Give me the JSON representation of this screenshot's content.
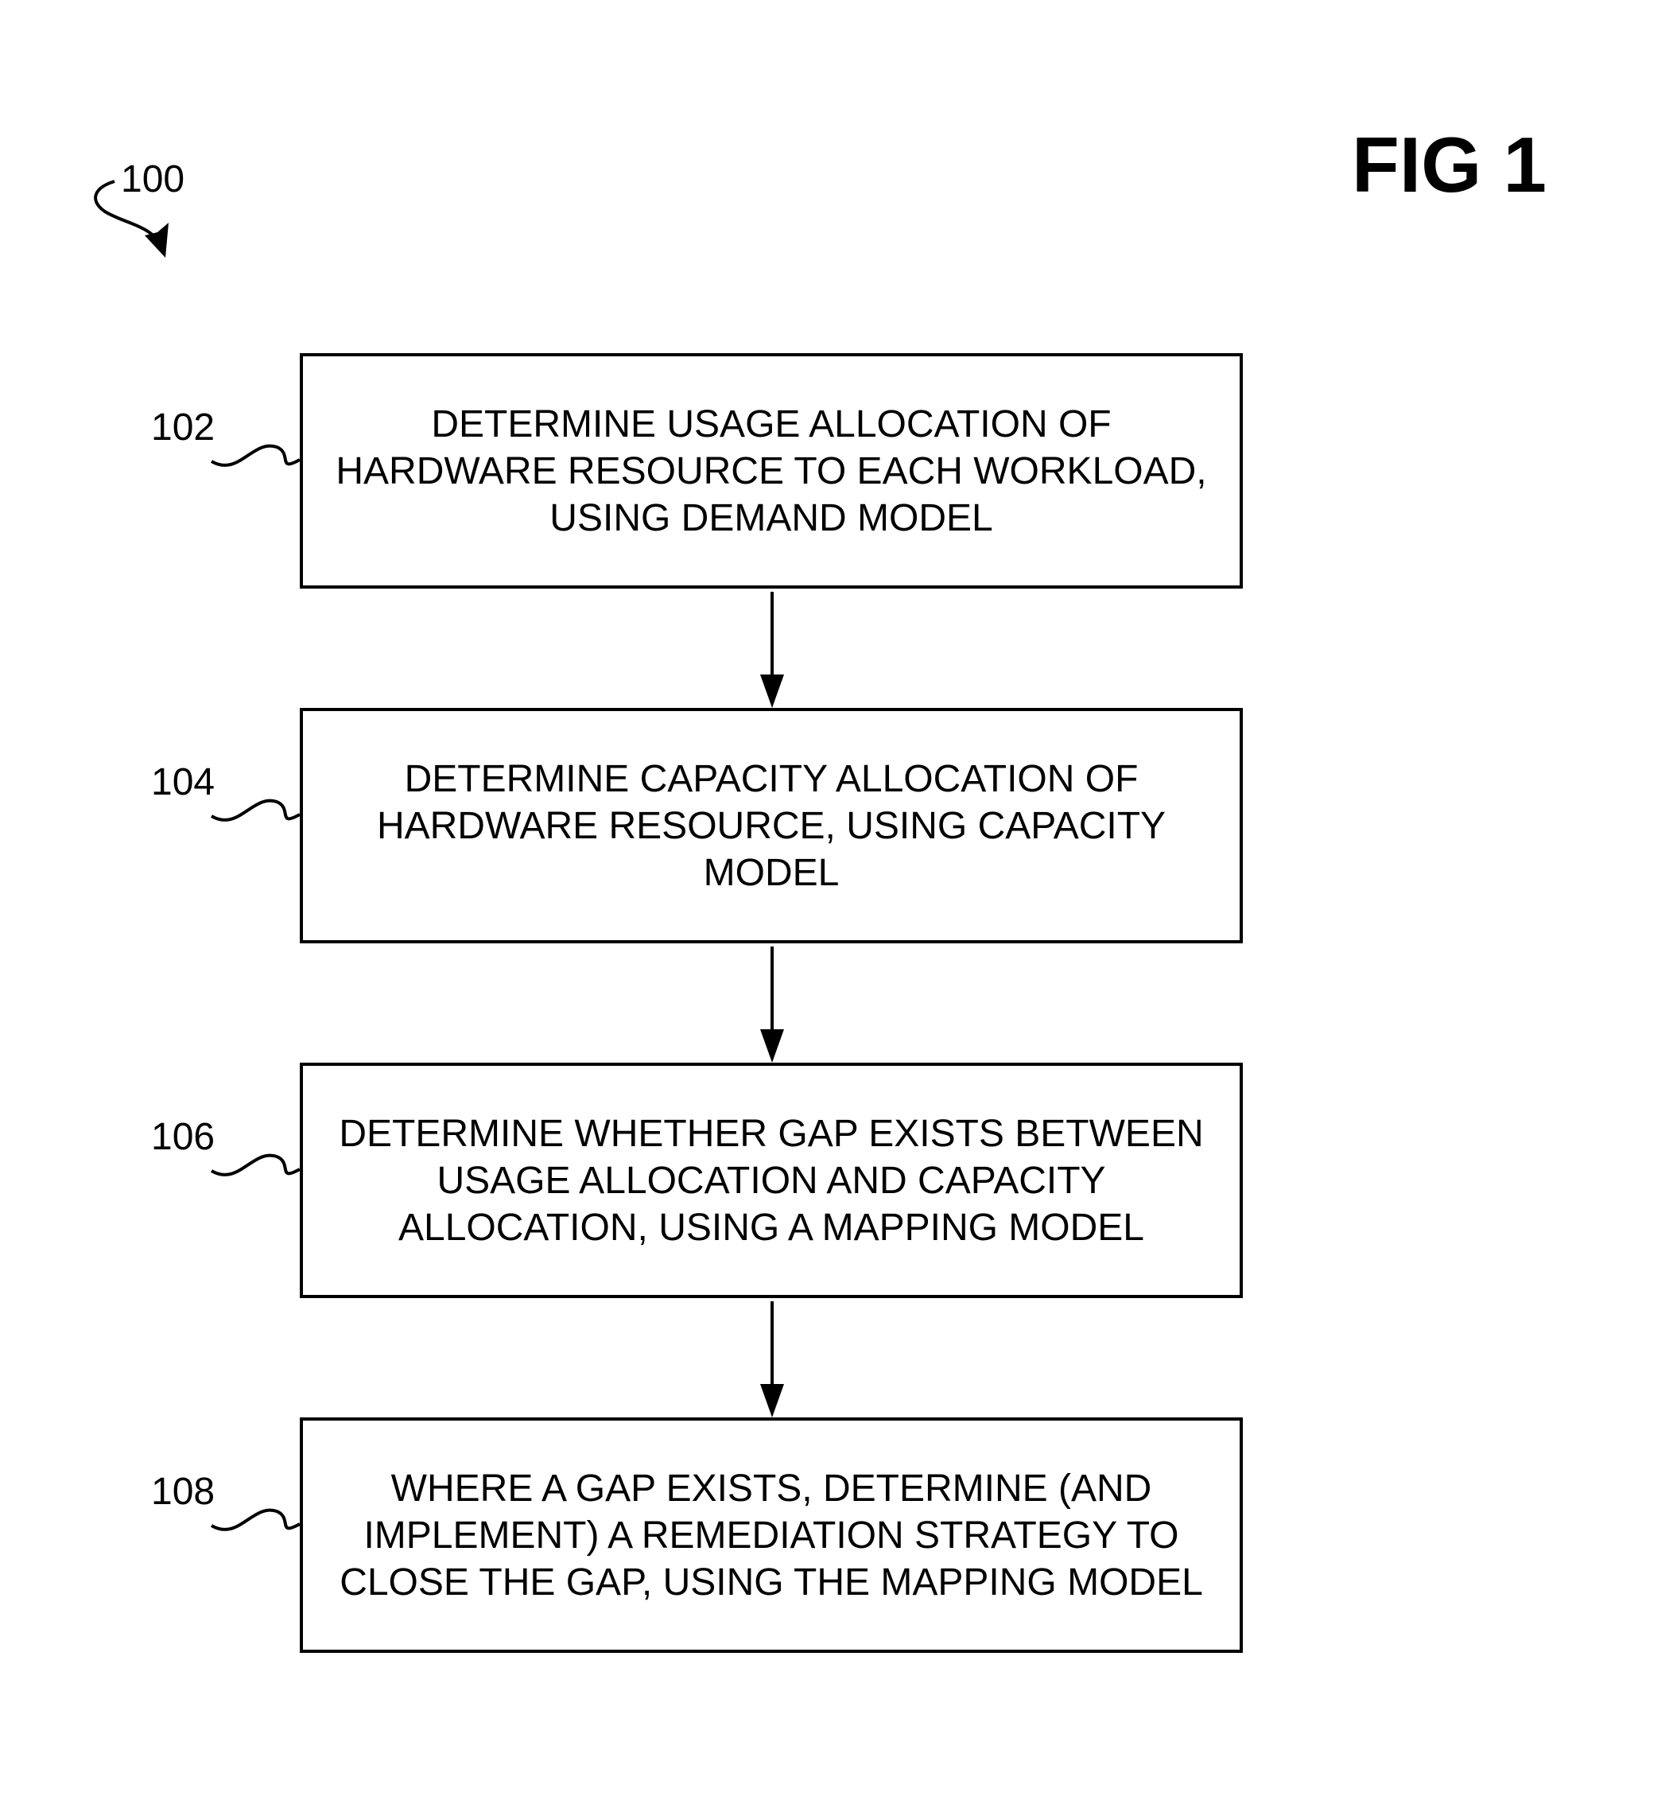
{
  "figure": {
    "title": "FIG 1",
    "reference": "100"
  },
  "steps": [
    {
      "ref": "102",
      "text": "DETERMINE USAGE ALLOCATION OF\nHARDWARE RESOURCE TO EACH WORKLOAD,\nUSING DEMAND MODEL"
    },
    {
      "ref": "104",
      "text": "DETERMINE CAPACITY ALLOCATION OF\nHARDWARE RESOURCE, USING CAPACITY\nMODEL"
    },
    {
      "ref": "106",
      "text": "DETERMINE WHETHER GAP EXISTS BETWEEN\nUSAGE ALLOCATION AND CAPACITY\nALLOCATION, USING A MAPPING MODEL"
    },
    {
      "ref": "108",
      "text": "WHERE A GAP EXISTS, DETERMINE (AND\nIMPLEMENT) A REMEDIATION STRATEGY TO\nCLOSE THE GAP, USING THE MAPPING MODEL"
    }
  ]
}
